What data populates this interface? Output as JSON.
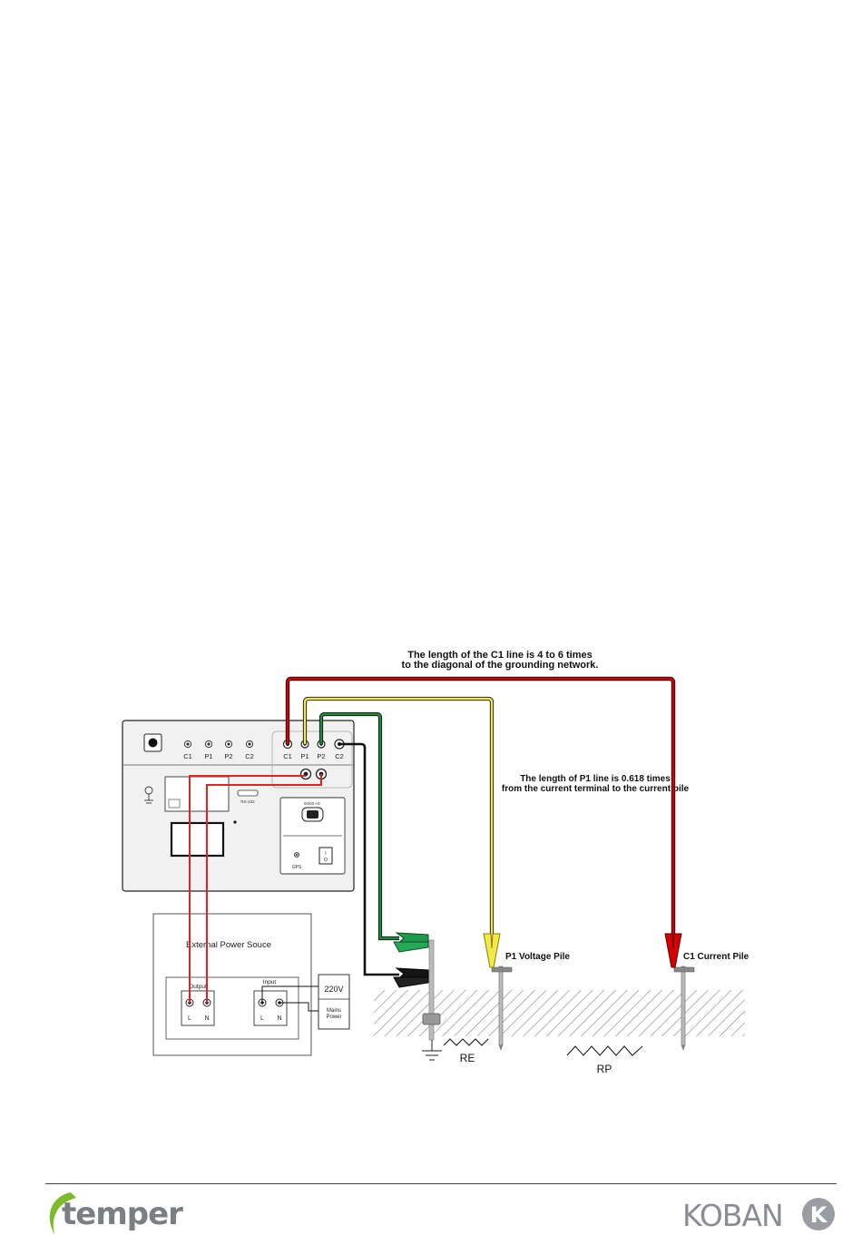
{
  "notes": {
    "c1_line_1": "The length of the C1 line is 4 to 6 times",
    "c1_line_2": "to the diagonal of the grounding network.",
    "p1_line_1": "The length of P1 line is 0.618 times",
    "p1_line_2": "from the current terminal to the current pile"
  },
  "instrument": {
    "left_terminals": [
      "C1",
      "P1",
      "P2",
      "C2"
    ],
    "right_terminals": [
      "C1",
      "P1",
      "P2",
      "C2"
    ],
    "rs232_label": "RS-232",
    "freq_label": "50/60 Hz",
    "gps_label": "GPS",
    "switch_on": "I",
    "switch_off": "O"
  },
  "power_source": {
    "title": "External Power Souce",
    "output_label": "Output",
    "input_label": "Input",
    "output_terminals": [
      "L",
      "N"
    ],
    "input_terminals": [
      "L",
      "N"
    ],
    "mains_voltage": "220V",
    "mains_line1": "Mains",
    "mains_line2": "Power"
  },
  "piles": {
    "p1_label": "P1 Voltage Pile",
    "c1_label": "C1 Current Pile"
  },
  "resistances": {
    "re_label": "RE",
    "rp_label": "RP"
  },
  "wire_colors": {
    "c1": "#d60000",
    "p1": "#f2e84a",
    "p2": "#1f8a3e",
    "c2": "#111111",
    "mains": "#e0241f"
  },
  "footer": {
    "left_brand": "temper",
    "right_brand": "KOBAN",
    "right_brand_mark": "K"
  }
}
